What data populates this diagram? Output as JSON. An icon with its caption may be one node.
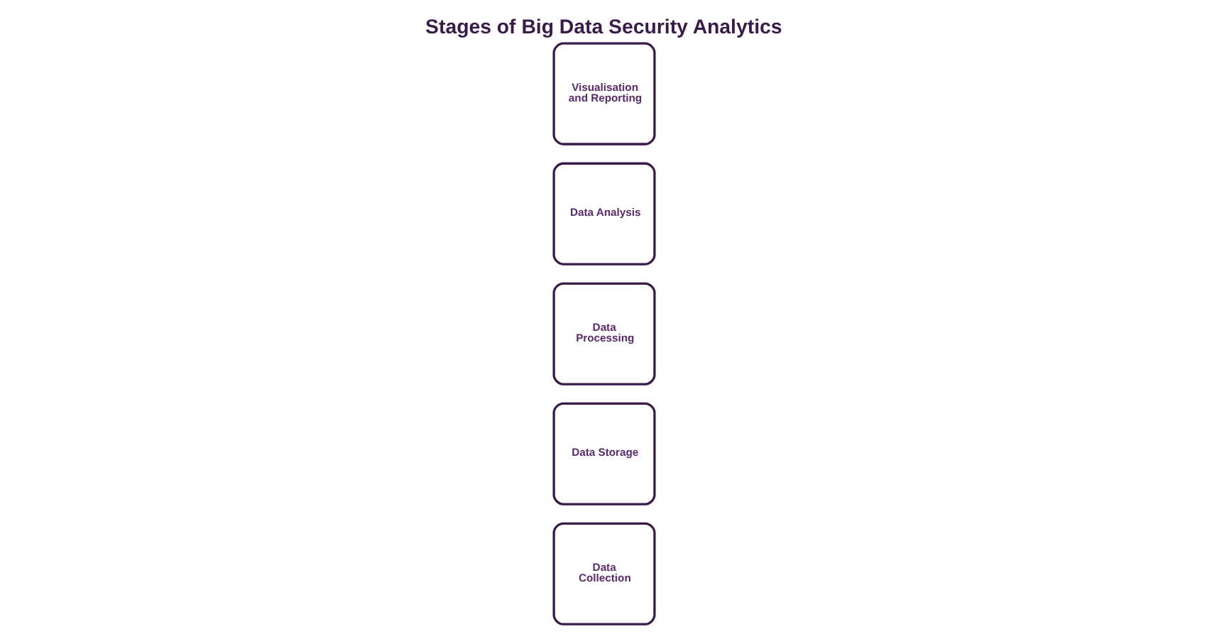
{
  "diagram": {
    "title": "Stages of Big Data Security Analytics",
    "nodes": [
      {
        "text": [
          "Data Collection"
        ]
      },
      {
        "text": [
          "Data Storage"
        ]
      },
      {
        "text": [
          "Data Processing"
        ]
      },
      {
        "text": [
          "Data Analysis"
        ]
      },
      {
        "text": [
          "Visualisation and Reporting"
        ]
      }
    ]
  }
}
